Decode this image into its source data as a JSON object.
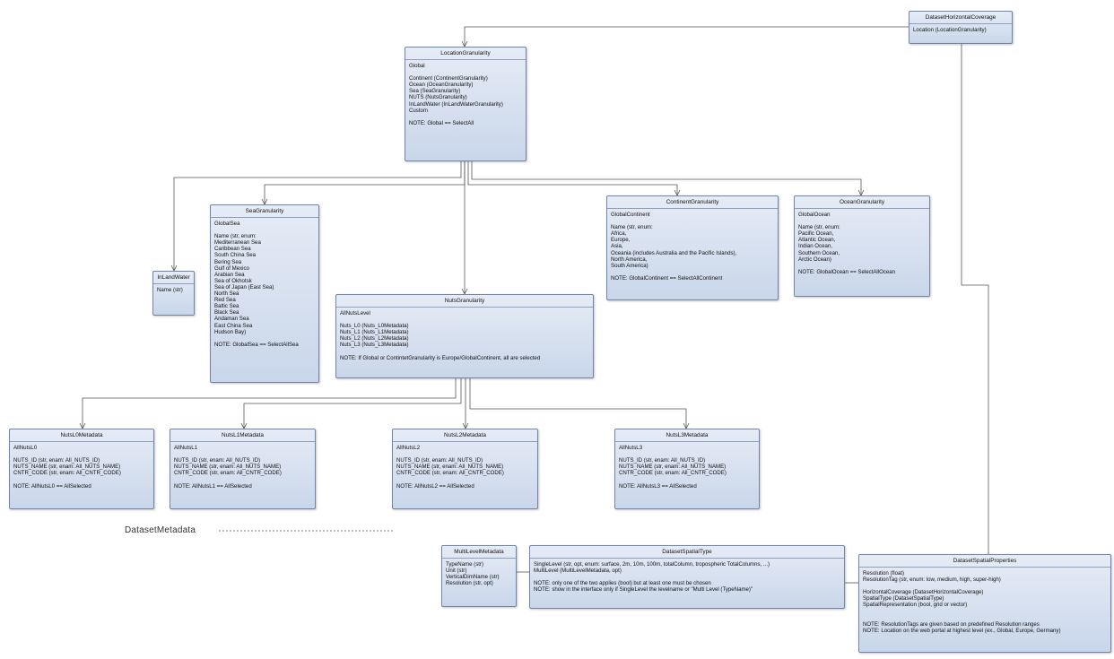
{
  "classes": {
    "dataset_horizontal_coverage": {
      "name": "DatasetHorizontalCoverage",
      "lines": [
        "Location (LocationGranularity)"
      ]
    },
    "location_granularity": {
      "name": "LocationGranularity",
      "lines": [
        "Global",
        "",
        "Continent (ContinentGranularity)",
        "Ocean (OceanGranularity)",
        "Sea (SeaGranularity)",
        "NUTS (NutsGranularity)",
        "InLandWater (InLandWaterGranularity)",
        "Custom",
        "",
        "NOTE: Global == SelectAll"
      ]
    },
    "inland_water": {
      "name": "InLandWater",
      "lines": [
        "Name (str)"
      ]
    },
    "sea_granularity": {
      "name": "SeaGranularity",
      "lines": [
        "GlobalSea",
        "",
        "Name (str, enum:",
        "Mediterranean Sea",
        "Caribbean Sea",
        "South China Sea",
        "Bering Sea",
        "Gulf of Mexico",
        "Arabian Sea",
        "Sea of Okhotsk",
        "Sea of Japan (East Sea)",
        "North Sea",
        "Red Sea",
        "Baltic Sea",
        "Black Sea",
        "Andaman Sea",
        "East China Sea",
        "Hudson Bay)",
        "",
        "NOTE: GlobalSea == SelectAllSea"
      ]
    },
    "continent_granularity": {
      "name": "ContinentGranularity",
      "lines": [
        "GlobalContinent",
        "",
        "Name (str, enum:",
        "Africa,",
        "Europe,",
        "Asia,",
        "Oceania (includes Australia and the Pacific Islands),",
        "North America,",
        "South America)",
        "",
        "NOTE: GlobalContinent == SelectAllContinent"
      ]
    },
    "ocean_granularity": {
      "name": "OceanGranularity",
      "lines": [
        "GlobalOcean",
        "",
        "Name (str, enum:",
        "Pacific Ocean,",
        "Atlantic Ocean,",
        "Indian Ocean,",
        "Southern Ocean,",
        "Arctic Ocean)",
        "",
        "NOTE: GlobalOcean == SelectAllOcean"
      ]
    },
    "nuts_granularity": {
      "name": "NutsGranularity",
      "lines": [
        "AllNutsLevel",
        "",
        "Nuts_L0 (Nuts_L0Metadata)",
        "Nuts_L1 (Nuts_L1Metadata)",
        "Nuts_L2 (Nuts_L2Metadata)",
        "Nuts_L3 (Nuts_L3Metadata)",
        "",
        "NOTE: If Global or ContintetGranularity is Europe/GlobalContinent, all are selected"
      ]
    },
    "nuts_l0_metadata": {
      "name": "NutsL0Metadata",
      "lines": [
        "AllNutsL0",
        "",
        "NUTS_ID (str, enam: All_NUTS_ID)",
        "NUTS_NAME (str, enam: All_NUTS_NAME)",
        "CNTR_CODE (str, enam: All_CNTR_CODE)",
        "",
        "NOTE: AllNutsL0 == AllSelected"
      ]
    },
    "nuts_l1_metadata": {
      "name": "NutsL1Metadata",
      "lines": [
        "AllNutsL1",
        "",
        "NUTS_ID (str, enam: All_NUTS_ID)",
        "NUTS_NAME (str, enam: All_NUTS_NAME)",
        "CNTR_CODE (str, enam: All_CNTR_CODE)",
        "",
        "NOTE: AllNutsL1 == AllSelected"
      ]
    },
    "nuts_l2_metadata": {
      "name": "NutsL2Metadata",
      "lines": [
        "AllNutsL2",
        "",
        "NUTS_ID (str, enam: All_NUTS_ID)",
        "NUTS_NAME (str, enam: All_NUTS_NAME)",
        "CNTR_CODE (str, enam: All_CNTR_CODE)",
        "",
        "NOTE: AllNutsL2 == AllSelected"
      ]
    },
    "nuts_l3_metadata": {
      "name": "NutsL3Metadata",
      "lines": [
        "AllNutsL3",
        "",
        "NUTS_ID (str, enam: All_NUTS_ID)",
        "NUTS_NAME (str, enam: All_NUTS_NAME)",
        "CNTR_CODE (str, enam: All_CNTR_CODE)",
        "",
        "NOTE: AllNutsL3 == AllSelected"
      ]
    },
    "multi_level_metadata": {
      "name": "MultiLevelMetadata",
      "lines": [
        "TypeName (str)",
        "Unit (str)",
        "VerticalDimName (str)",
        "Resolution (str, opt)"
      ]
    },
    "dataset_spatial_type": {
      "name": "DatasetSpatialType",
      "lines": [
        "SingleLevel (str, opt, enum: surface, 2m, 10m, 100m, totalColumn, tropospheric TotalColumns, ...)",
        "MultiLevel (MultiLevelMetadata, opt)",
        "",
        "NOTE: only one of the two applies (bool) but at least one must be chosen",
        "NOTE: show in the interface only if SingleLevel the levelname or \"Multi Level (TypeName)\""
      ]
    },
    "dataset_spatial_properties": {
      "name": "DatasetSpatialProperties",
      "lines": [
        "Resolution (float)",
        "ResolutionTag (str, enum: low, medium, high, super-high)",
        "",
        "HorizontalCoverage (DatasetHorizontalCoverage)",
        "SpatialType (DatasetSpatialType)",
        "SpatialRepresentation (bool, grid or vector)",
        "",
        "",
        "NOTE: ResolutionTags are given based on predefined Resolution ranges",
        "NOTE: Location on the web portal at highest level (ex., Global, Europe, Germany)"
      ]
    }
  },
  "package_label": "DatasetMetadata",
  "colors": {
    "class_fill_top": "#e6ecf6",
    "class_fill_bottom": "#c9d6ea",
    "class_border": "#6f86a6",
    "connector": "#555555"
  }
}
